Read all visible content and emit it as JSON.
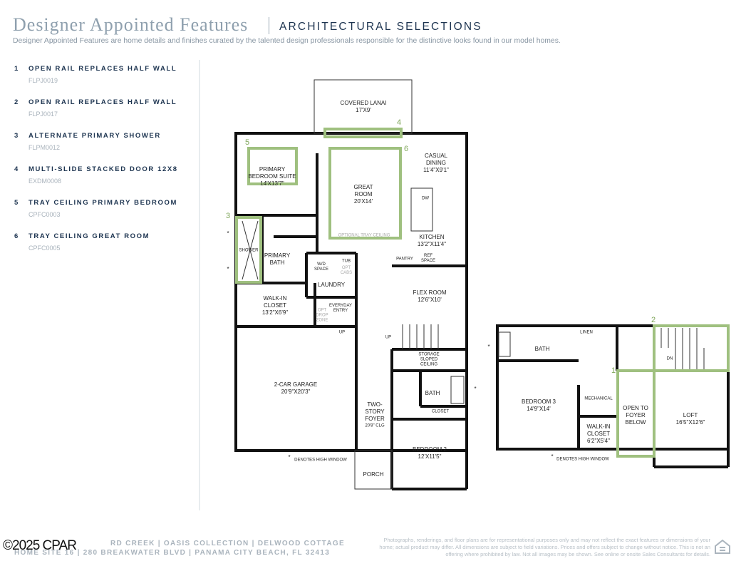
{
  "header": {
    "title": "Designer Appointed Features",
    "subtitle": "ARCHITECTURAL SELECTIONS",
    "description": "Designer Appointed Features are home details and finishes curated by the talented design professionals responsible for the distinctive looks found in our model homes."
  },
  "features": [
    {
      "num": "1",
      "label": "OPEN RAIL REPLACES HALF WALL",
      "code": "FLPJ0019"
    },
    {
      "num": "2",
      "label": "OPEN RAIL REPLACES HALF WALL",
      "code": "FLPJ0017"
    },
    {
      "num": "3",
      "label": "ALTERNATE PRIMARY SHOWER",
      "code": "FLPM0012"
    },
    {
      "num": "4",
      "label": "MULTI-SLIDE STACKED DOOR 12X8",
      "code": "EXDM0008"
    },
    {
      "num": "5",
      "label": "TRAY CEILING PRIMARY BEDROOM",
      "code": "CPFC0003"
    },
    {
      "num": "6",
      "label": "TRAY CEILING GREAT ROOM",
      "code": "CPFC0005"
    }
  ],
  "first_floor": {
    "lanai": "COVERED LANAI\n17'X9'",
    "primary_bedroom": "PRIMARY\nBEDROOM SUITE\n14'X13'7\"",
    "great_room": "GREAT\nROOM\n20'X14'",
    "optional_tray": "OPTIONAL TRAY CEILING",
    "casual_dining": "CASUAL\nDINING\n11'4\"X9'1\"",
    "dw": "DW",
    "kitchen": "KITCHEN\n13'2\"X11'4\"",
    "pantry": "PANTRY",
    "ref_space": "REF\nSPACE",
    "shower": "SHOWER",
    "primary_bath": "PRIMARY\nBATH",
    "wd_space": "W/D\nSPACE",
    "tub": "TUB",
    "opt_cabs": "OPT\nCABS",
    "laundry": "LAUNDRY",
    "walk_in_closet": "WALK-IN\nCLOSET\n13'2\"X6'9\"",
    "everyday_entry": "EVERYDAY\nENTRY",
    "opt_drop_zone": "OPT\nDROP\nZONE",
    "up1": "UP",
    "up2": "UP",
    "flex_room": "FLEX ROOM\n12'6\"X10'",
    "storage": "STORAGE\nSLOPED\nCEILING",
    "garage": "2-CAR GARAGE\n20'9\"X20'3\"",
    "bath": "BATH",
    "closet": "CLOSET",
    "foyer": "TWO-\nSTORY\nFOYER",
    "foyer_clg": "20'8\" CLG",
    "bedroom2": "BEDROOM 2\n12'X11'5\"",
    "porch": "PORCH",
    "high_window_note": "DENOTES HIGH WINDOW",
    "asterisk": "*"
  },
  "second_floor": {
    "bath": "BATH",
    "linen": "LINEN",
    "dn": "DN",
    "bedroom3": "BEDROOM 3\n14'9\"X14'",
    "mechanical": "MECHANICAL",
    "walk_in_closet": "WALK-IN\nCLOSET\n6'2\"X5'4\"",
    "open_to_foyer": "OPEN TO\nFOYER\nBELOW",
    "loft": "LOFT\n16'5\"X12'6\"",
    "high_window_note": "DENOTES HIGH WINDOW",
    "asterisk": "*"
  },
  "footer": {
    "line1": "RD CREEK  |  OASIS COLLECTION  |  DELWOOD COTTAGE",
    "line2": "HOME SITE 16  |  280 BREAKWATER BLVD  |  PANAMA CITY BEACH, FL 32413",
    "copyright": "©2025 CPAR",
    "legal": "Photographs, renderings, and floor plans are for representational purposes only and may not reflect the exact features or dimensions of your home; actual product may differ. All dimensions are subject to field variations. Prices and offers subject to change without notice. This is not an offering where prohibited by law. Not all images may be shown. See online or onsite Sales Consultants for details.",
    "logo": "equal-housing-opportunity"
  },
  "colors": {
    "accent": "#1d3450",
    "highlight": "#9fc07f",
    "title": "#8fa0ae"
  }
}
